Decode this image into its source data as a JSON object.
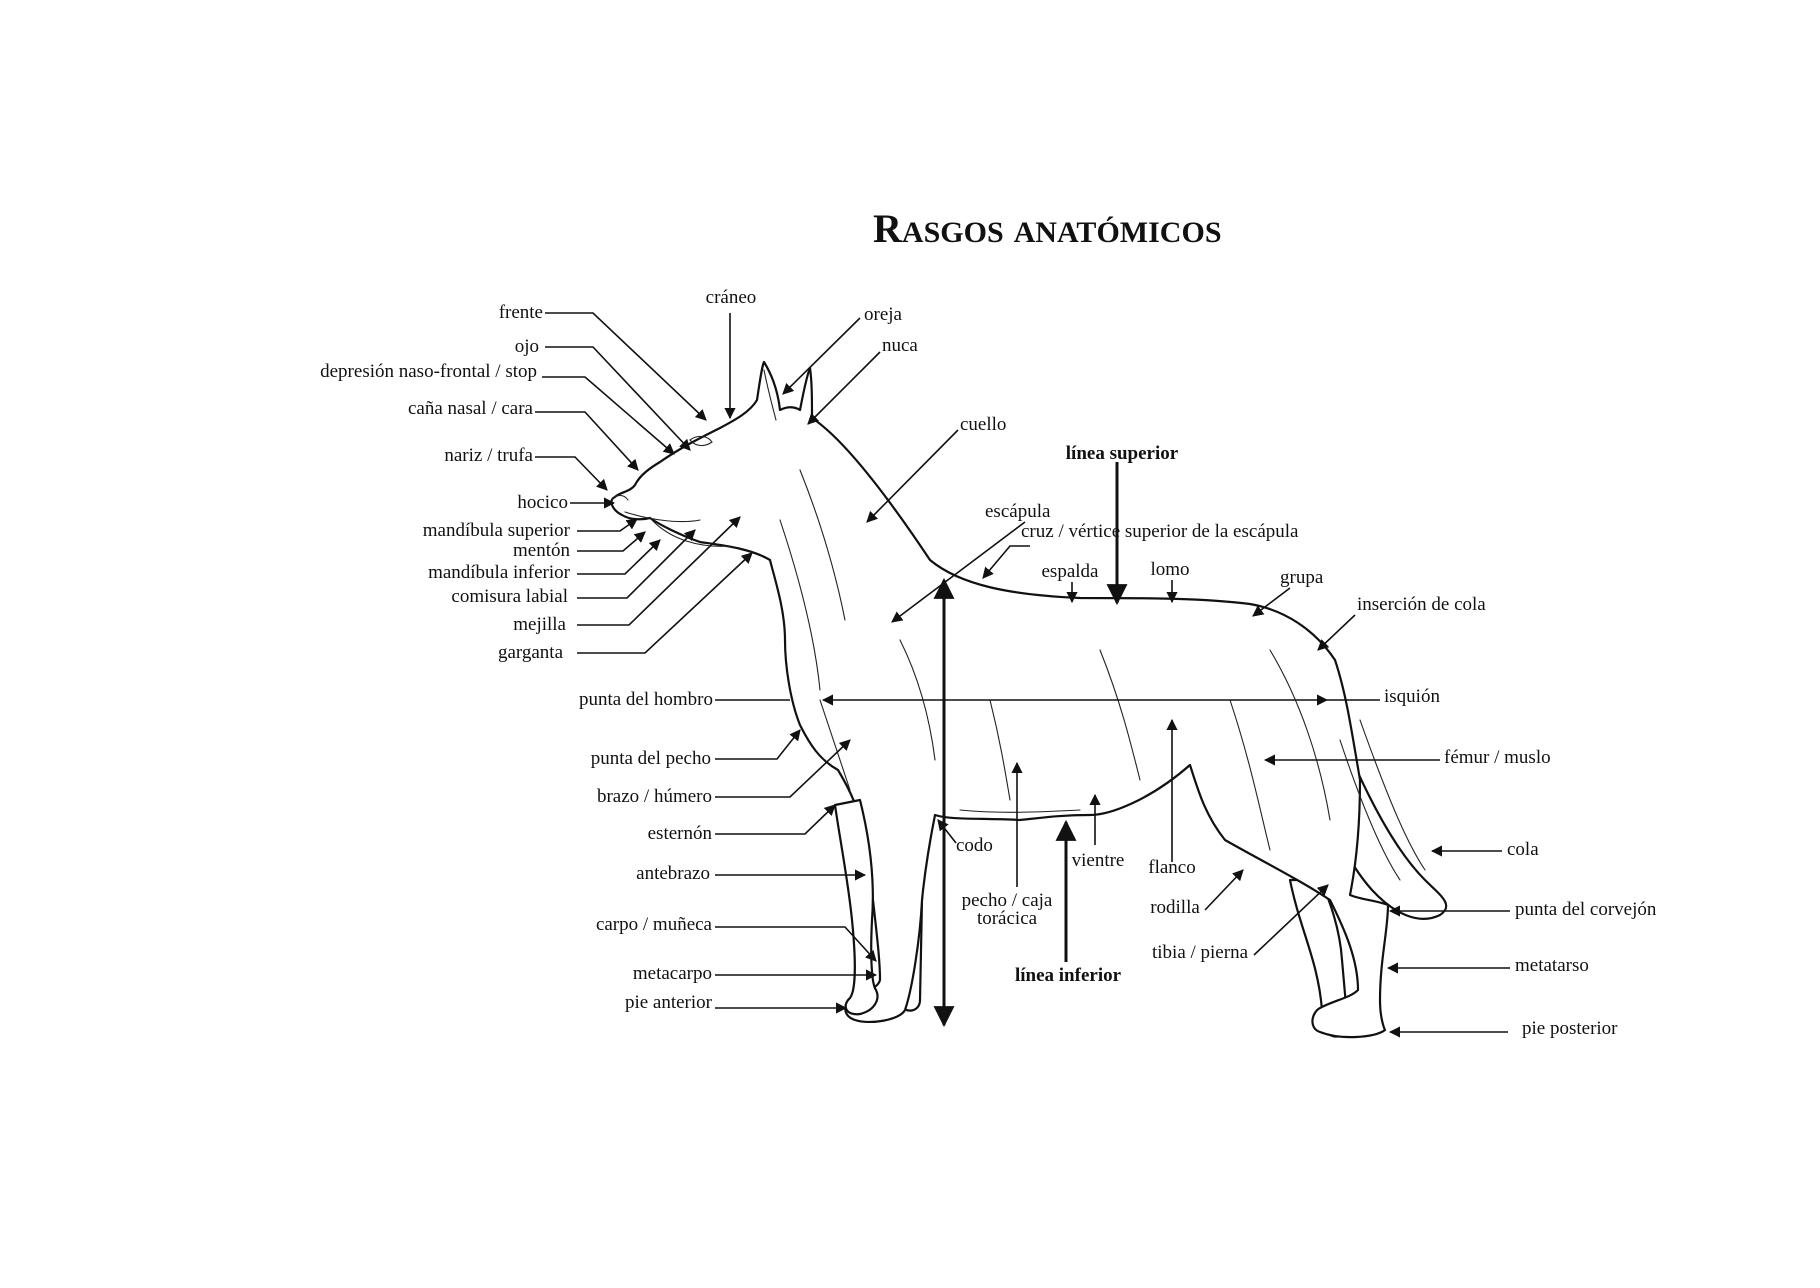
{
  "title_main": "Rasgos anatómicos",
  "colors": {
    "ink": "#111111",
    "background": "#ffffff"
  },
  "labels": {
    "craneo": "cráneo",
    "frente": "frente",
    "oreja": "oreja",
    "ojo": "ojo",
    "nuca": "nuca",
    "stop": "depresión naso-frontal / stop",
    "cana_nasal": "caña nasal / cara",
    "cuello": "cuello",
    "nariz": "nariz / trufa",
    "linea_superior": "línea superior",
    "hocico": "hocico",
    "escapula": "escápula",
    "mandibula_superior": "mandíbula superior",
    "cruz": "cruz / vértice superior de la escápula",
    "menton": "mentón",
    "mandibula_inferior": "mandíbula inferior",
    "espalda": "espalda",
    "lomo": "lomo",
    "grupa": "grupa",
    "comisura": "comisura labial",
    "insercion_cola": "inserción de cola",
    "mejilla": "mejilla",
    "garganta": "garganta",
    "punta_hombro": "punta del hombro",
    "isquion": "isquión",
    "punta_pecho": "punta del pecho",
    "femur": "fémur / muslo",
    "brazo": "brazo / húmero",
    "esternon": "esternón",
    "codo": "codo",
    "cola": "cola",
    "antebrazo": "antebrazo",
    "vientre": "vientre",
    "flanco": "flanco",
    "pecho_1": "pecho / caja",
    "pecho_2": "torácica",
    "rodilla": "rodilla",
    "punta_corvejon": "punta del corvejón",
    "carpo": "carpo / muñeca",
    "tibia": "tibia / pierna",
    "metatarso": "metatarso",
    "metacarpo": "metacarpo",
    "linea_inferior": "línea inferior",
    "pie_anterior": "pie anterior",
    "pie_posterior": "pie posterior"
  }
}
